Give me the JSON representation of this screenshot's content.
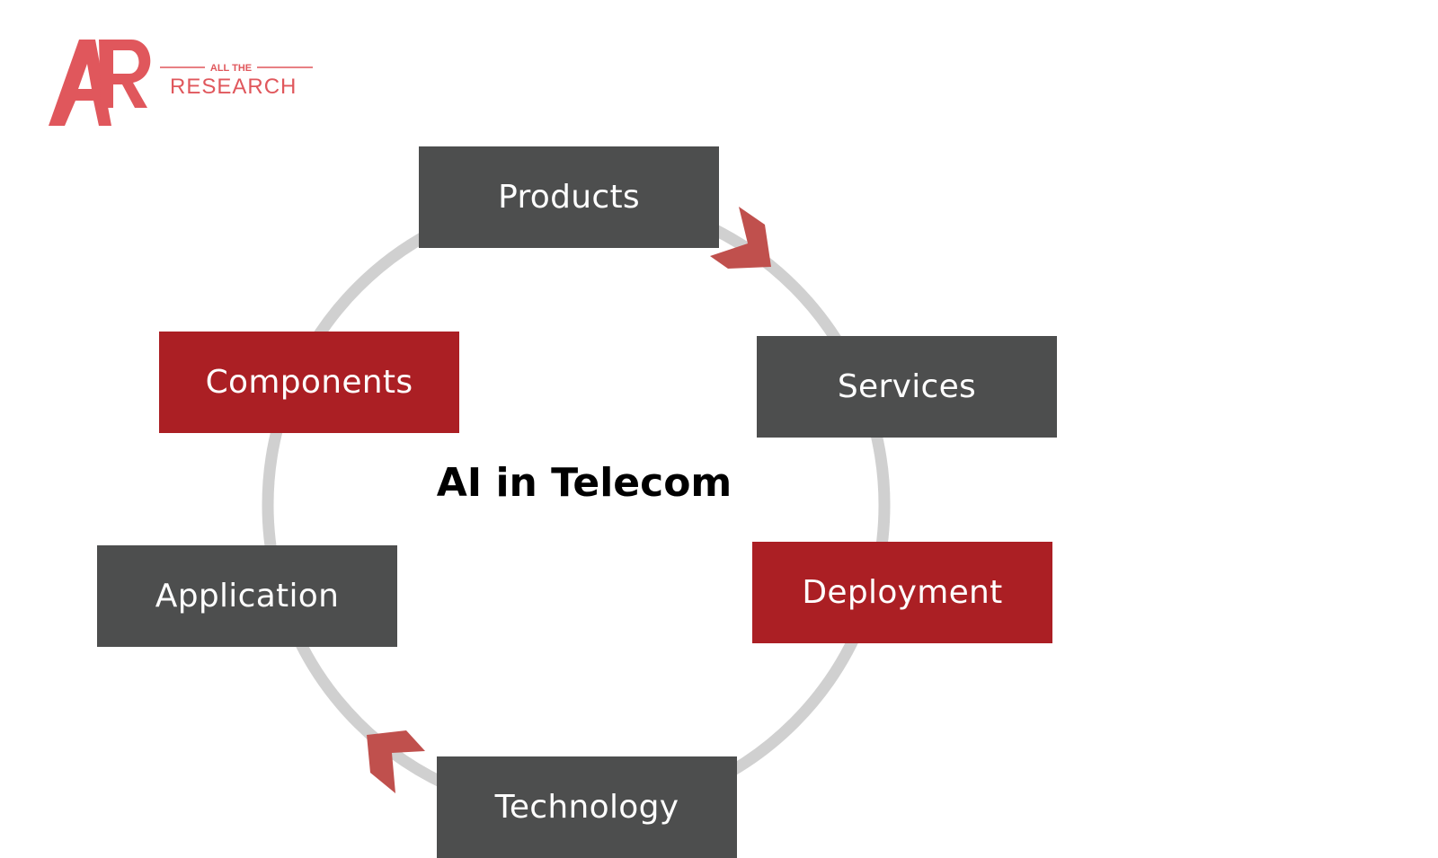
{
  "logo": {
    "mark": "AR",
    "small_text": "ALL THE",
    "big_text": "RESEARCH",
    "color": "#e0575c"
  },
  "diagram": {
    "center_title": "AI in Telecom",
    "ring_color": "#d0d0d0",
    "arrow_color": "#c0504d",
    "colors": {
      "dark": "#4d4e4e",
      "red": "#ab1f24"
    },
    "nodes": [
      {
        "label": "Products",
        "color": "dark"
      },
      {
        "label": "Services",
        "color": "dark"
      },
      {
        "label": "Deployment",
        "color": "red"
      },
      {
        "label": "Technology",
        "color": "dark"
      },
      {
        "label": "Application",
        "color": "dark"
      },
      {
        "label": "Components",
        "color": "red"
      }
    ]
  }
}
